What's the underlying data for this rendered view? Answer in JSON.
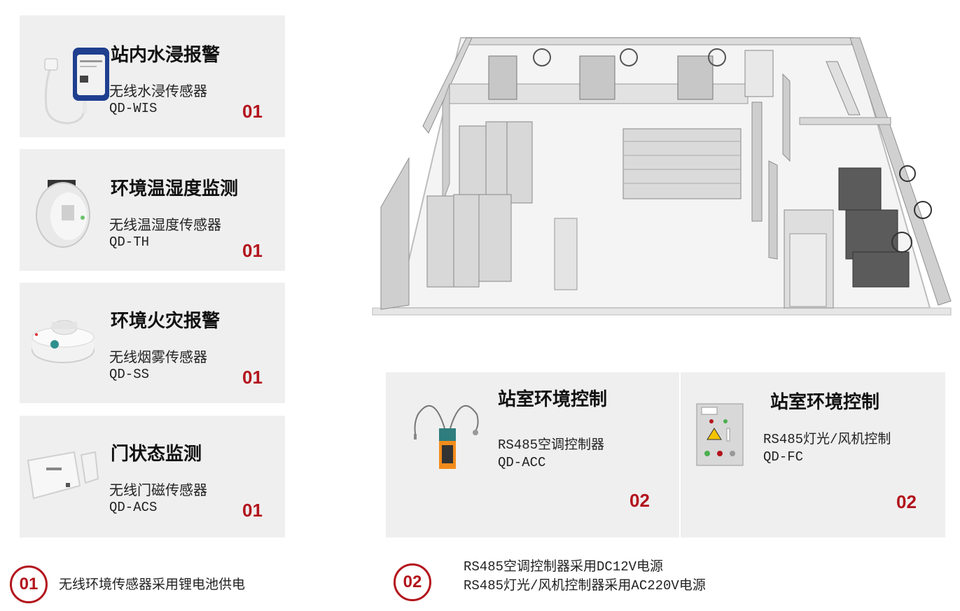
{
  "left_cards": [
    {
      "title": "站内水浸报警",
      "sensor": "无线水浸传感器",
      "model": "QD-WIS",
      "num": "01",
      "icon": "water-leak-sensor-icon"
    },
    {
      "title": "环境温湿度监测",
      "sensor": "无线温湿度传感器",
      "model": "QD-TH",
      "num": "01",
      "icon": "temp-humidity-sensor-icon"
    },
    {
      "title": "环境火灾报警",
      "sensor": "无线烟雾传感器",
      "model": "QD-SS",
      "num": "01",
      "icon": "smoke-detector-icon"
    },
    {
      "title": "门状态监测",
      "sensor": "无线门磁传感器",
      "model": "QD-ACS",
      "num": "01",
      "icon": "door-sensor-icon"
    }
  ],
  "right_cards": [
    {
      "title": "站室环境控制",
      "sensor": "RS485空调控制器",
      "model": "QD-ACC",
      "num": "02",
      "icon": "ac-controller-icon"
    },
    {
      "title": "站室环境控制",
      "sensor": "RS485灯光/风机控制",
      "model": "QD-FC",
      "num": "02",
      "icon": "fan-control-box-icon"
    }
  ],
  "footer": {
    "badge1": "01",
    "note1": "无线环境传感器采用锂电池供电",
    "badge2": "02",
    "note2_line1": "RS485空调控制器采用DC12V电源",
    "note2_line2": "RS485灯光/风机控制器采用AC220V电源"
  },
  "colors": {
    "accent": "#b3141c",
    "card_bg": "#efefef"
  }
}
